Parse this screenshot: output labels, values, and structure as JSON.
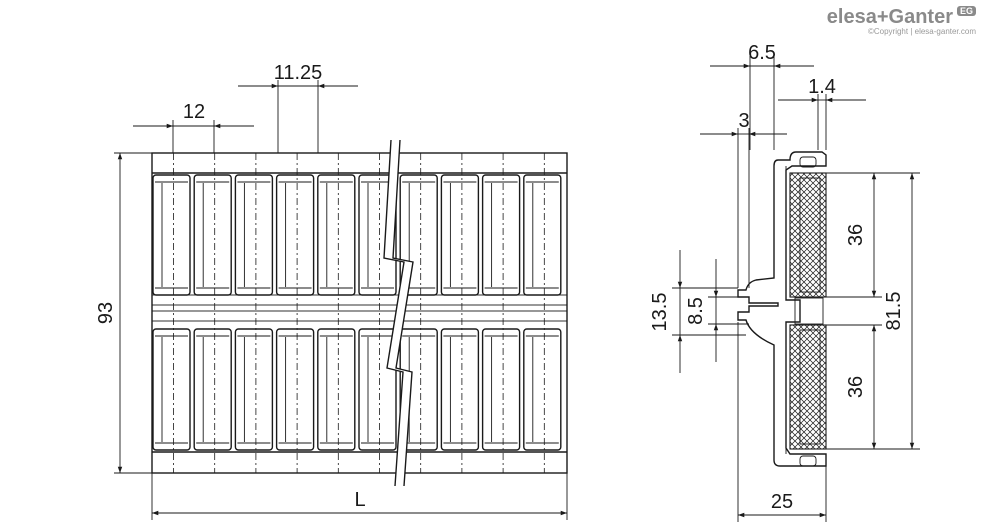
{
  "brand": {
    "name": "elesa+Ganter",
    "badge": "EG",
    "copyright": "©Copyright | elesa-ganter.com"
  },
  "dimensions": {
    "pitch_small": "12",
    "pitch_large": "11.25",
    "height_total": "93",
    "length": "L",
    "top_width": "6.5",
    "flange": "1.4",
    "slot_depth": "3",
    "slot_outer": "13.5",
    "slot_inner": "8.5",
    "roller_upper": "36",
    "roller_lower": "36",
    "height_side": "81.5",
    "width_side": "25"
  },
  "colors": {
    "line": "#1a1a1a",
    "brand": "#8a8a8a"
  }
}
